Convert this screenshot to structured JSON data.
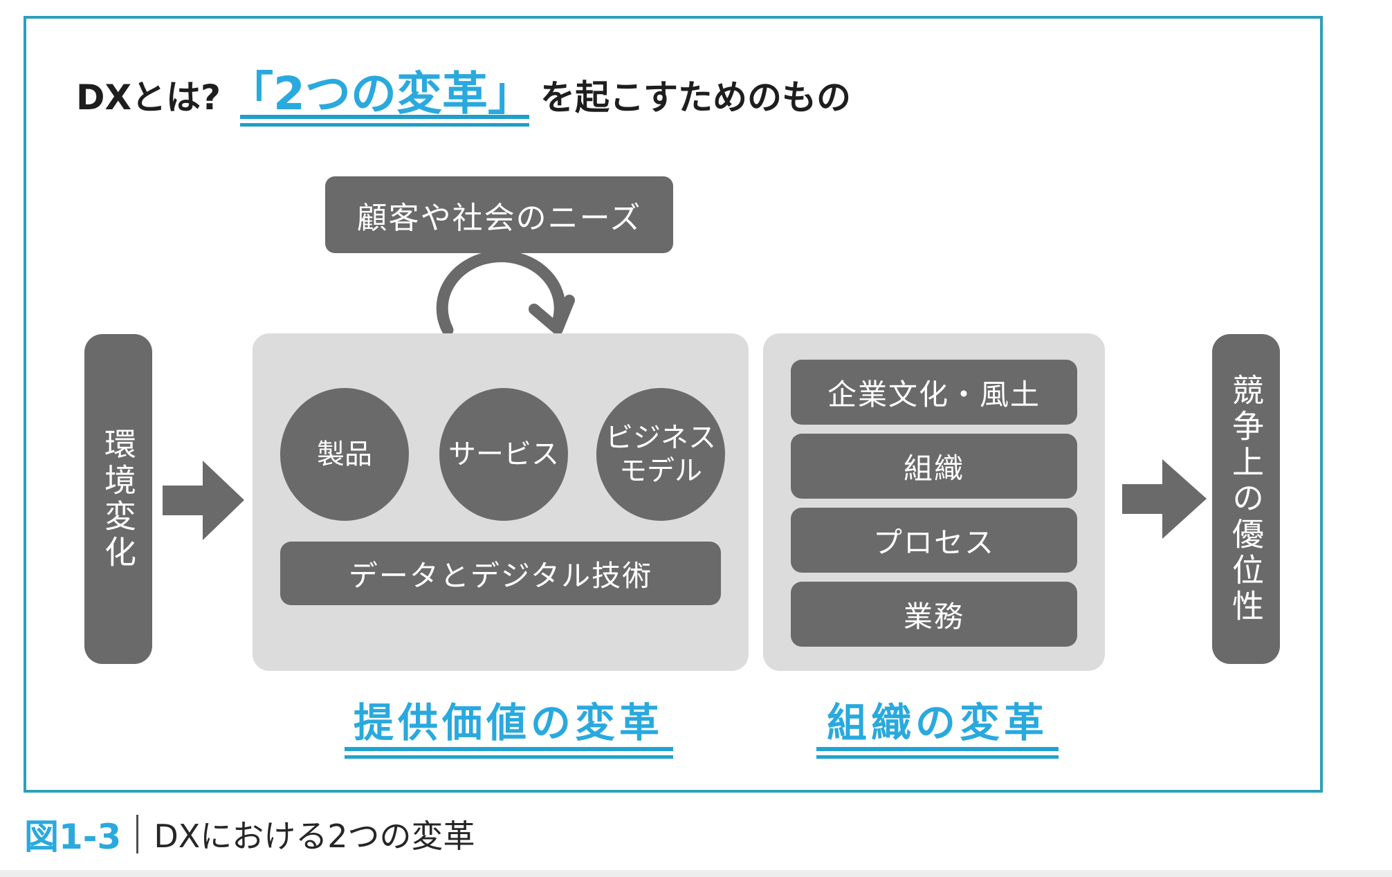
{
  "title": {
    "prefix": "DXとは?",
    "highlight": "「2つの変革」",
    "suffix": "を起こすためのもの"
  },
  "top_box": {
    "label": "顧客や社会のニーズ"
  },
  "left_bar": {
    "label": "環境変化"
  },
  "right_bar": {
    "label": "競争上の優位性"
  },
  "value_panel": {
    "circles": [
      {
        "lines": [
          "製品"
        ]
      },
      {
        "lines": [
          "サービス"
        ]
      },
      {
        "lines": [
          "ビジネス",
          "モデル"
        ]
      }
    ],
    "base_box": "データとデジタル技術",
    "caption": "提供価値の変革"
  },
  "org_panel": {
    "boxes": [
      "企業文化・風土",
      "組織",
      "プロセス",
      "業務"
    ],
    "caption": "組織の変革"
  },
  "figure_caption": {
    "number": "図1-3",
    "text": "DXにおける2つの変革"
  },
  "colors": {
    "accent_blue": "#29a9de",
    "underline_blue": "#22a2d0",
    "title_underline": "#1f9fc9",
    "frame_teal": "#2e9fb8",
    "dark_gray": "#6a6a6a",
    "light_gray": "#dcdcdc",
    "caption_text": "#262626"
  }
}
